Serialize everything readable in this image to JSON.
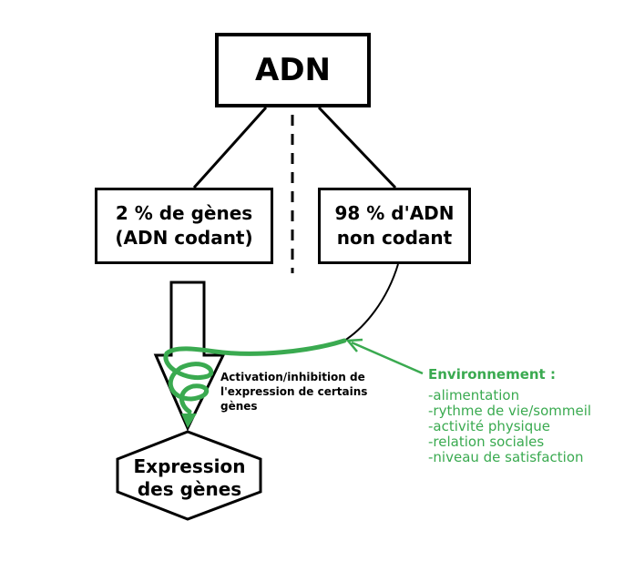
{
  "nodes": {
    "adn": "ADN",
    "coding": [
      "2 % de gènes",
      "(ADN codant)"
    ],
    "noncoding": [
      "98 % d'ADN",
      "non codant"
    ],
    "expression": [
      "Expression",
      "des gènes"
    ]
  },
  "regulation_label": [
    "Activation/inhibition de",
    "l'expression de certains",
    "gènes"
  ],
  "environment": {
    "title": "Environnement :",
    "items": [
      "-alimentation",
      "-rythme de vie/sommeil",
      "-activité physique",
      "-relation sociales",
      "-niveau de satisfaction"
    ]
  },
  "colors": {
    "line": "#000000",
    "environment": "#3aaa50"
  }
}
